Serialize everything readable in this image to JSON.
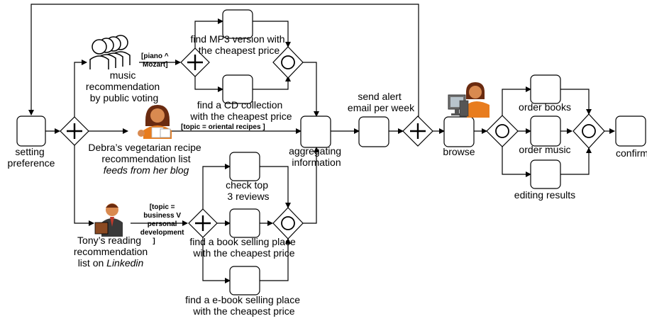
{
  "colors": {
    "stroke": "#000000",
    "fill": "#ffffff",
    "person_skin": "#d98a50",
    "person_hair": "#6a2b10",
    "person_orange": "#e87c1e",
    "suit_dark": "#3a3a3a",
    "monitor": "#707070"
  },
  "icons": {
    "crowd": "crowd-icon",
    "debra": "woman-cook-icon",
    "tony": "businessman-icon",
    "computer_user": "computer-user-icon"
  },
  "labels": {
    "setting_preference": [
      "setting",
      "preference"
    ],
    "music": [
      "music",
      "recommendation",
      "by public voting"
    ],
    "debra": [
      "Debra’s vegetarian recipe",
      "recommendation list"
    ],
    "debra_italic": "feeds from her blog",
    "tony": [
      "Tony’s reading",
      "recommendation"
    ],
    "tony_last_pre": "list on ",
    "tony_last_italic": "Linkedin",
    "mp3": [
      "find MP3 version with",
      "the cheapest price"
    ],
    "cd": [
      "find a CD collection",
      "with  the cheapest price"
    ],
    "check_reviews": [
      "check top",
      "3 reviews"
    ],
    "book_place": [
      "find a book selling place",
      "with  the cheapest price"
    ],
    "ebook_place": [
      "find a e-book selling place",
      "with  the cheapest price"
    ],
    "aggregating": [
      "aggregating",
      "information"
    ],
    "send_alert": [
      "send alert",
      "email per week"
    ],
    "browse": "browse",
    "order_books": "order books",
    "order_music": "order music",
    "editing_results": "editing results",
    "confirm": "confirm"
  },
  "conditions": {
    "piano": [
      "[piano ^",
      "Mozart]"
    ],
    "oriental": "[topic = oriental recipes ]",
    "business": [
      "[topic =",
      "business V",
      "personal",
      "development",
      "]"
    ]
  }
}
